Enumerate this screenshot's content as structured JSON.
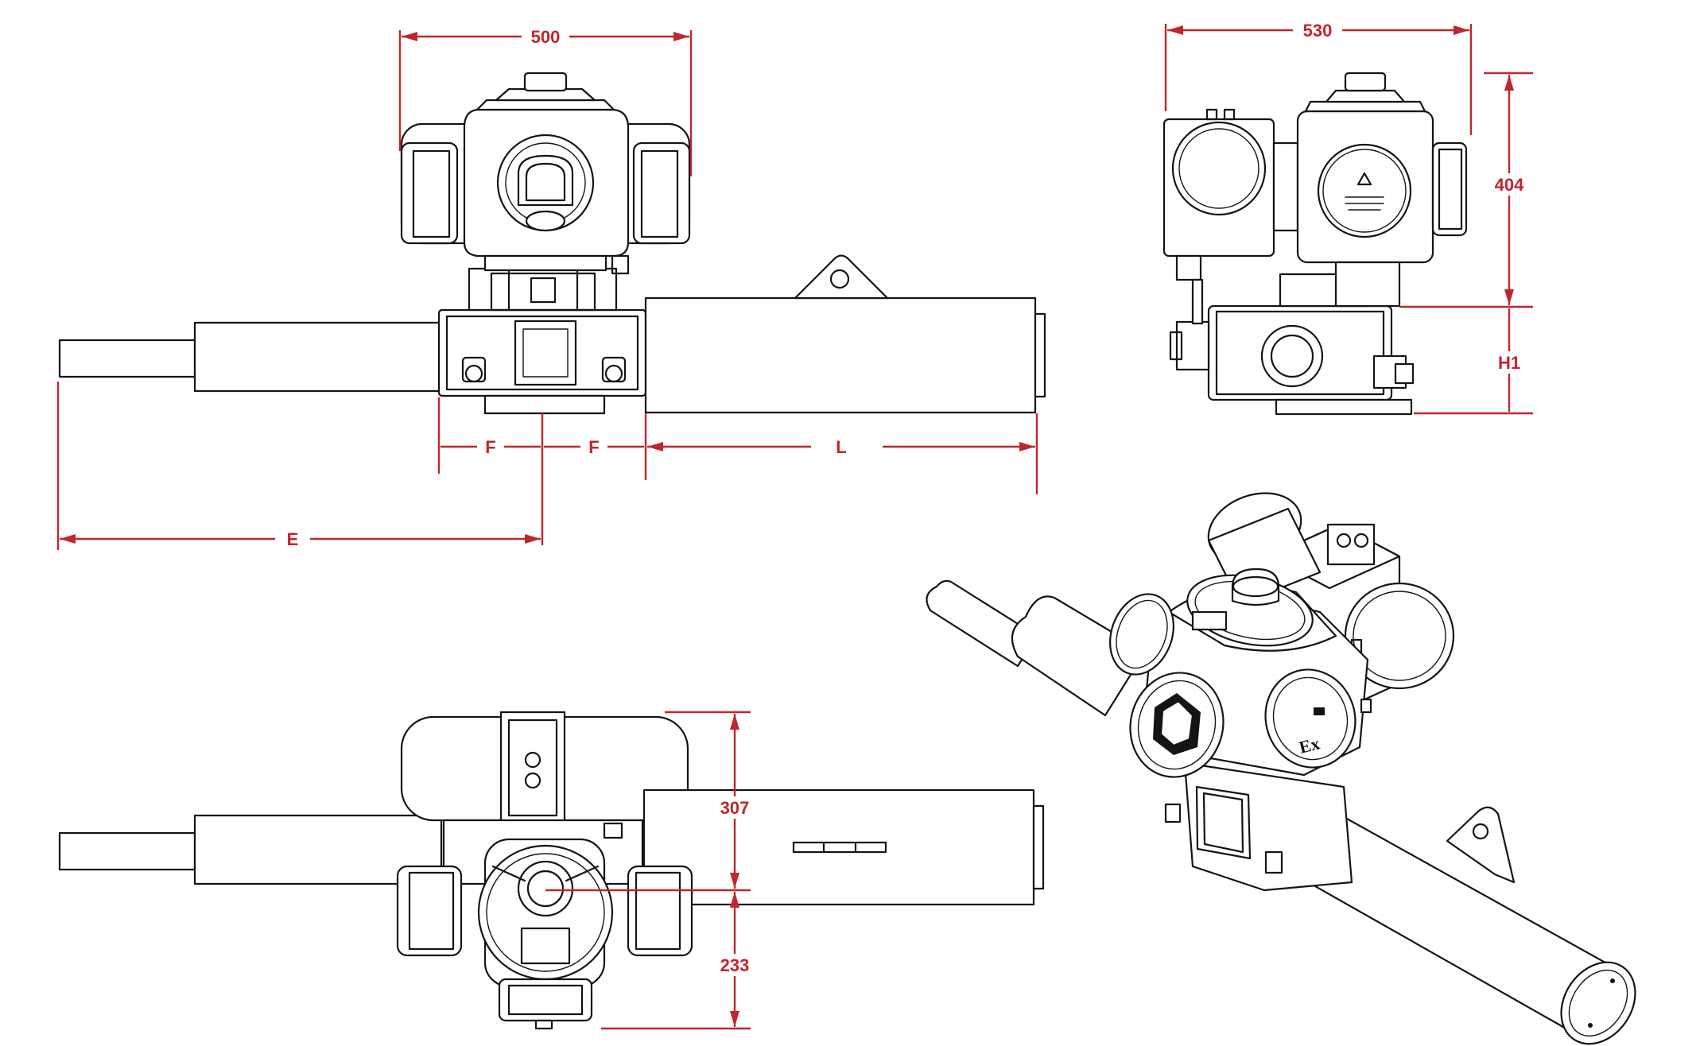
{
  "colors": {
    "dimension": "#c0262c",
    "line": "#141414",
    "background": "#ffffff"
  },
  "dimensions": {
    "width_front": "500",
    "width_side": "530",
    "height_top": "404",
    "height_h1": "H1",
    "f_left": "F",
    "f_right": "F",
    "length_l": "L",
    "length_e": "E",
    "depth_upper": "307",
    "depth_lower": "233"
  },
  "labels": {
    "body_mark": "Ex"
  }
}
